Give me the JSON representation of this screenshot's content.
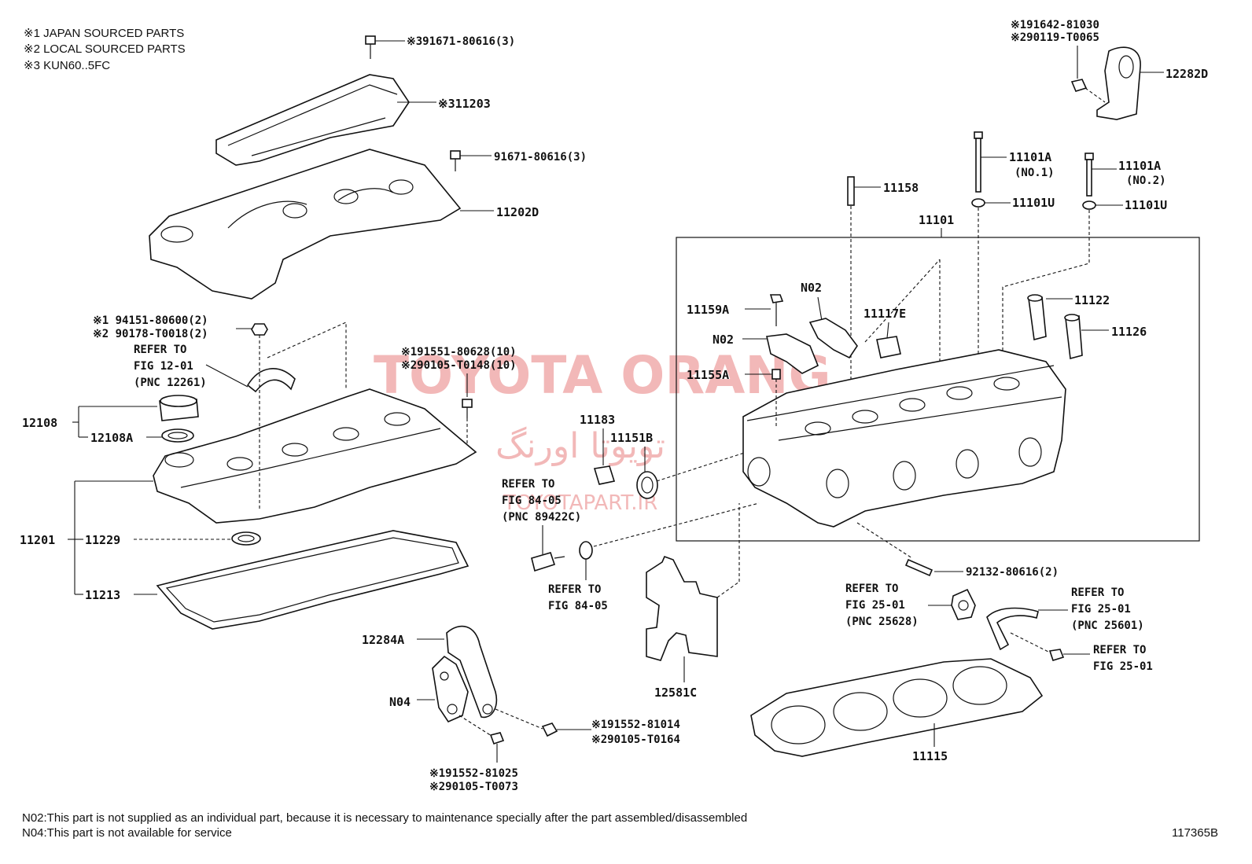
{
  "notes_top": [
    "※1 JAPAN SOURCED PARTS",
    "※2 LOCAL SOURCED PARTS",
    "※3 KUN60..5FC"
  ],
  "notes_bottom": [
    "N02:This part is not supplied as an individual part, because it is necessary to maintenance specially after the part assembled/disassembled",
    "N04:This part is not available for service"
  ],
  "figure_id": "117365B",
  "watermark": {
    "brand": "TOYOTA ORANG",
    "persian": "تویوتا اورنگ",
    "site": "TOYOTAPART.IR"
  },
  "callouts": {
    "c_91671_3": "※391671-80616(3)",
    "c_11203": "※311203",
    "c_91671": "91671-80616(3)",
    "c_11202D": "11202D",
    "c_94151": "※1 94151-80600(2)",
    "c_90178": "※2 90178-T0018(2)",
    "c_refer12_a": "REFER TO",
    "c_refer12_b": "FIG 12-01",
    "c_refer12_c": "(PNC 12261)",
    "c_91551": "※191551-80628(10)",
    "c_90105_148": "※290105-T0148(10)",
    "c_12108": "12108",
    "c_12108A": "12108A",
    "c_11201": "11201",
    "c_11229": "11229",
    "c_11213": "11213",
    "c_11183": "11183",
    "c_11151B": "11151B",
    "c_refer84_a": "REFER TO",
    "c_refer84_b": "FIG 84-05",
    "c_refer84_c": "(PNC 89422C)",
    "c_refer84b_a": "REFER TO",
    "c_refer84b_b": "FIG 84-05",
    "c_12284A": "12284A",
    "c_N04": "N04",
    "c_91552_014": "※191552-81014",
    "c_90105_164": "※290105-T0164",
    "c_91552_025": "※191552-81025",
    "c_90105_073": "※290105-T0073",
    "c_12581C": "12581C",
    "c_91642": "※191642-81030",
    "c_90119": "※290119-T0065",
    "c_12282D": "12282D",
    "c_11101A_1": "11101A",
    "c_no1": "(NO.1)",
    "c_11101A_2": "11101A",
    "c_no2": "(NO.2)",
    "c_11158": "11158",
    "c_11101U_1": "11101U",
    "c_11101U_2": "11101U",
    "c_11101": "11101",
    "c_N02_a": "N02",
    "c_N02_b": "N02",
    "c_11159A": "11159A",
    "c_11117E": "11117E",
    "c_11155A": "11155A",
    "c_11122": "11122",
    "c_11126": "11126",
    "c_92132": "92132-80616(2)",
    "c_refer25a_a": "REFER TO",
    "c_refer25a_b": "FIG 25-01",
    "c_refer25a_c": "(PNC 25628)",
    "c_refer25b_a": "REFER TO",
    "c_refer25b_b": "FIG 25-01",
    "c_refer25b_c": "(PNC 25601)",
    "c_refer25c_a": "REFER TO",
    "c_refer25c_b": "FIG 25-01",
    "c_11115": "11115"
  }
}
